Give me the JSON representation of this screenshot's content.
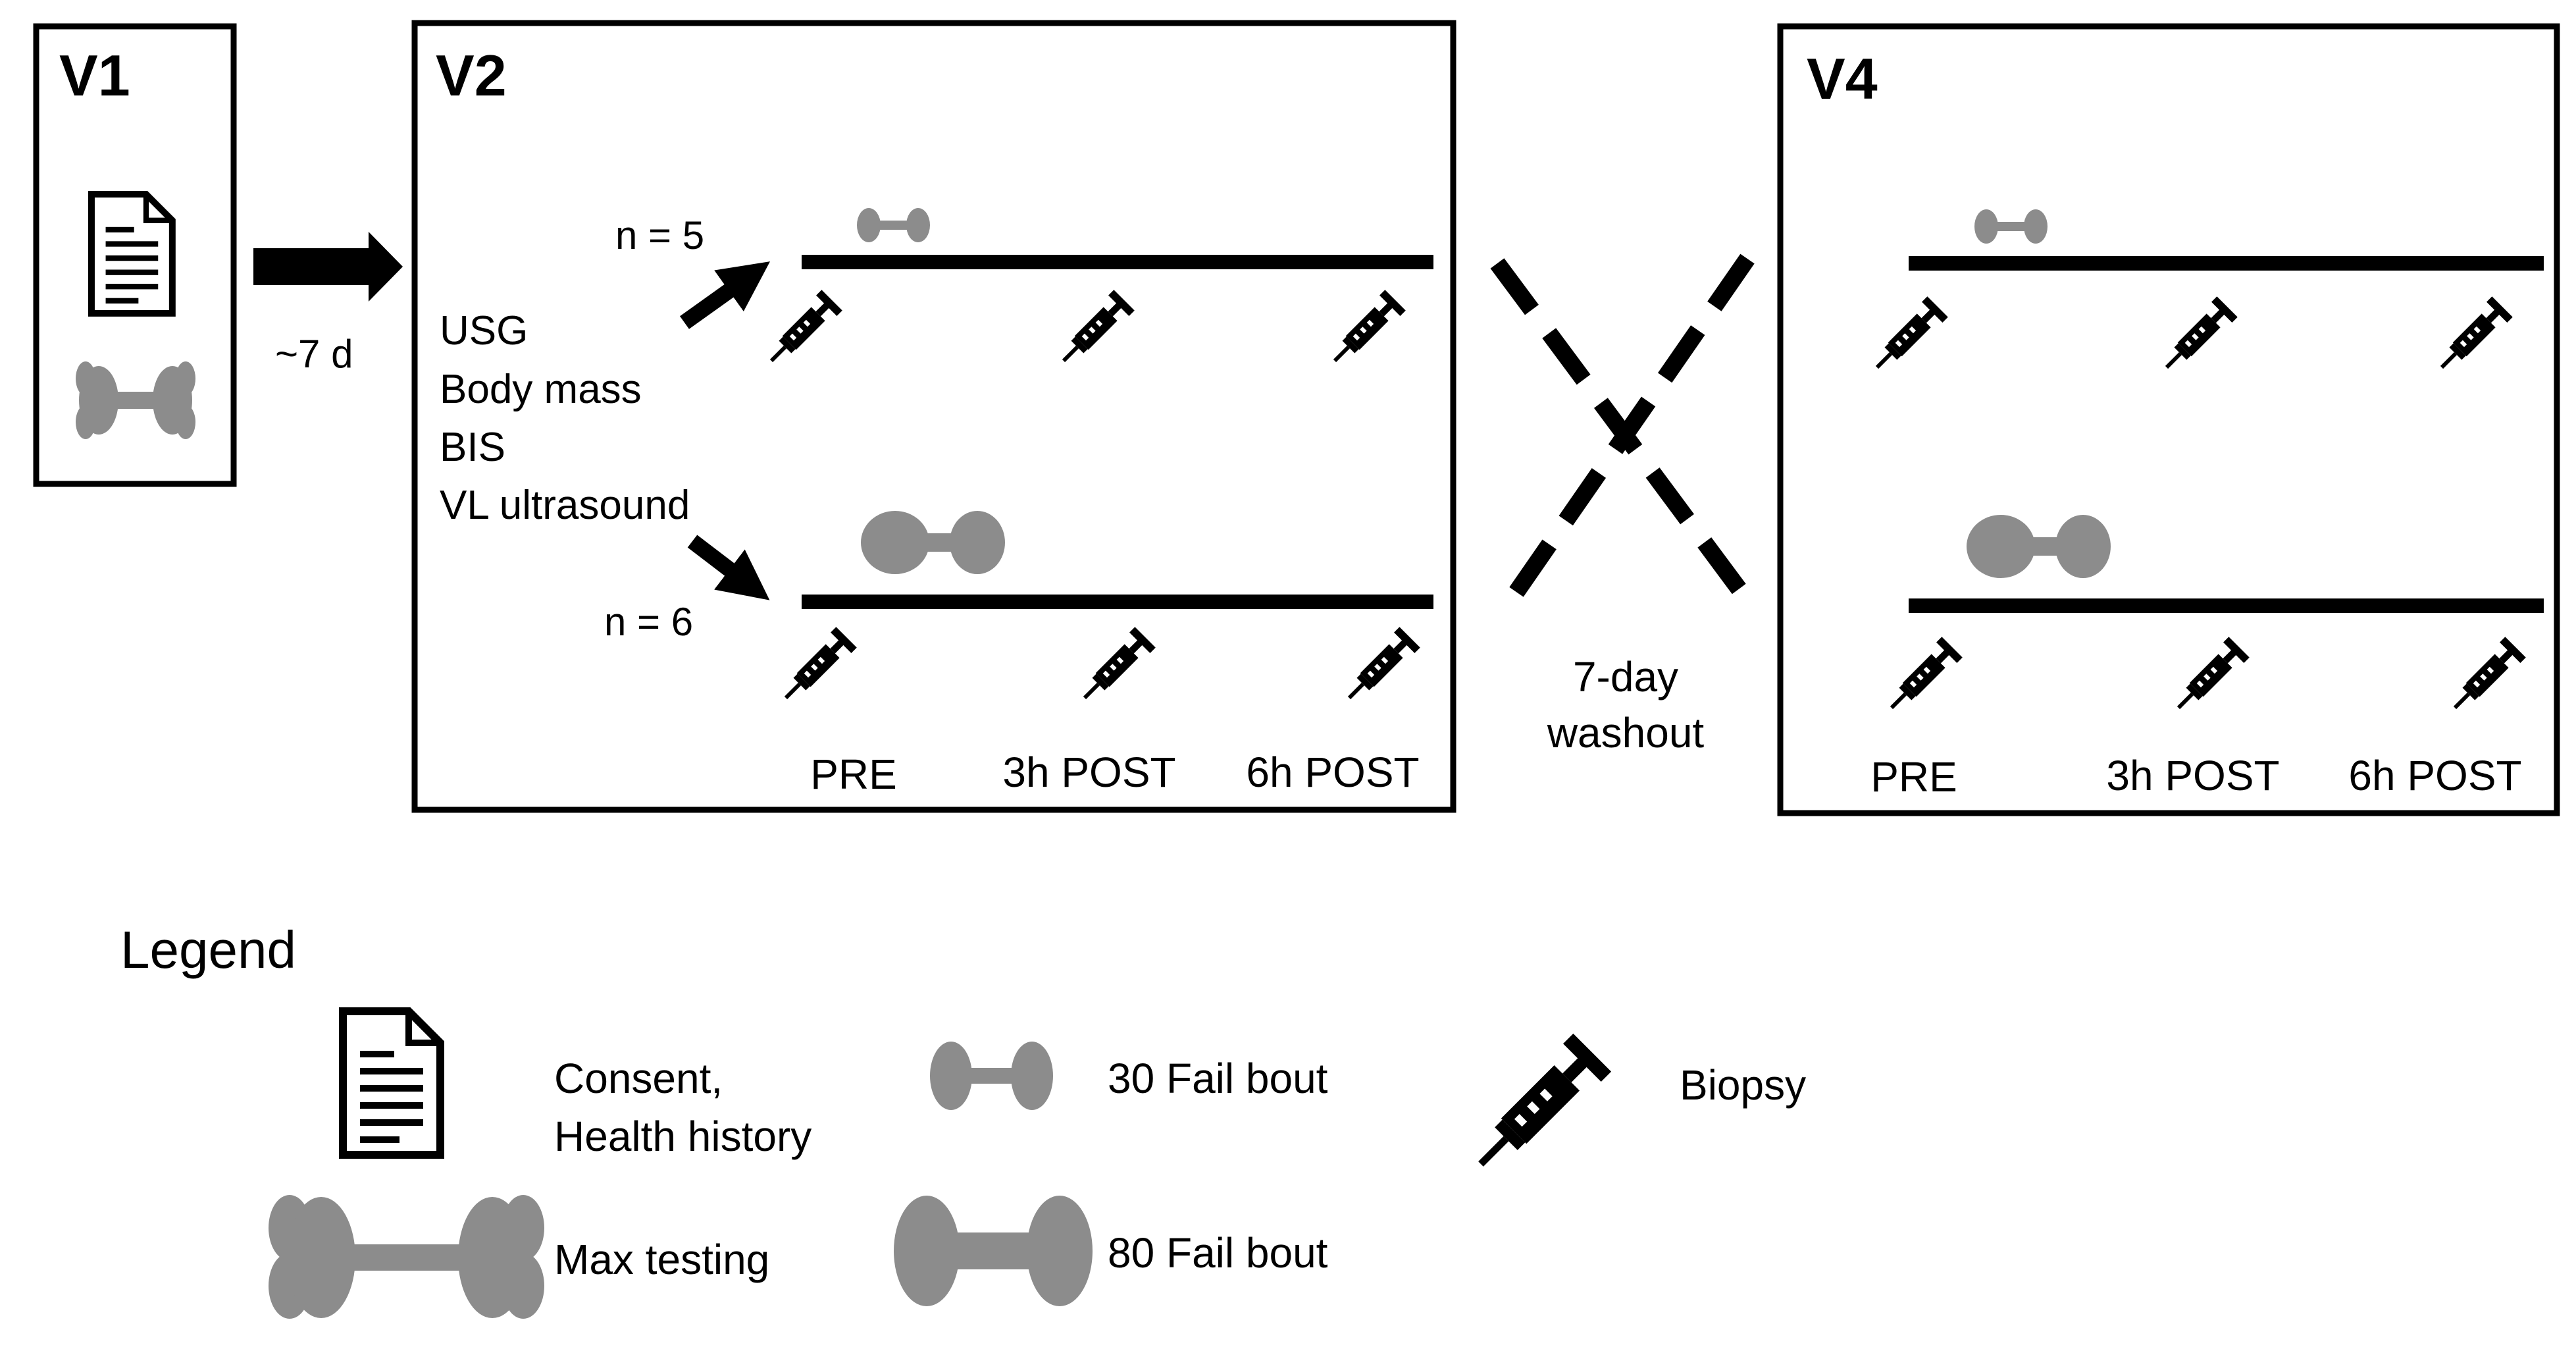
{
  "colors": {
    "ink": "#000000",
    "dumbbell": "#8c8c8c",
    "background": "#ffffff"
  },
  "v1": {
    "title": "V1",
    "icons": [
      "document-icon",
      "max-testing-dumbbell-icon"
    ]
  },
  "arrow_v1_v2": {
    "label": "~7 d"
  },
  "v2": {
    "title": "V2",
    "group_top": {
      "label": "n = 5",
      "bout_icon": "30-fail-dumbbell-icon"
    },
    "group_bottom": {
      "label": "n = 6",
      "bout_icon": "80-fail-dumbbell-icon"
    },
    "measures": [
      "USG",
      "Body mass",
      "BIS",
      "VL ultrasound"
    ],
    "timepoints": [
      "PRE",
      "3h POST",
      "6h POST"
    ]
  },
  "crossover": {
    "label_line1": "7-day",
    "label_line2": "washout"
  },
  "v4": {
    "title": "V4",
    "top_bout_icon": "30-fail-dumbbell-icon",
    "bottom_bout_icon": "80-fail-dumbbell-icon",
    "timepoints": [
      "PRE",
      "3h POST",
      "6h POST"
    ]
  },
  "legend": {
    "title": "Legend",
    "consent_line1": "Consent,",
    "consent_line2": "Health history",
    "max_testing": "Max testing",
    "fail30": "30 Fail bout",
    "fail80": "80 Fail bout",
    "biopsy": "Biopsy"
  }
}
